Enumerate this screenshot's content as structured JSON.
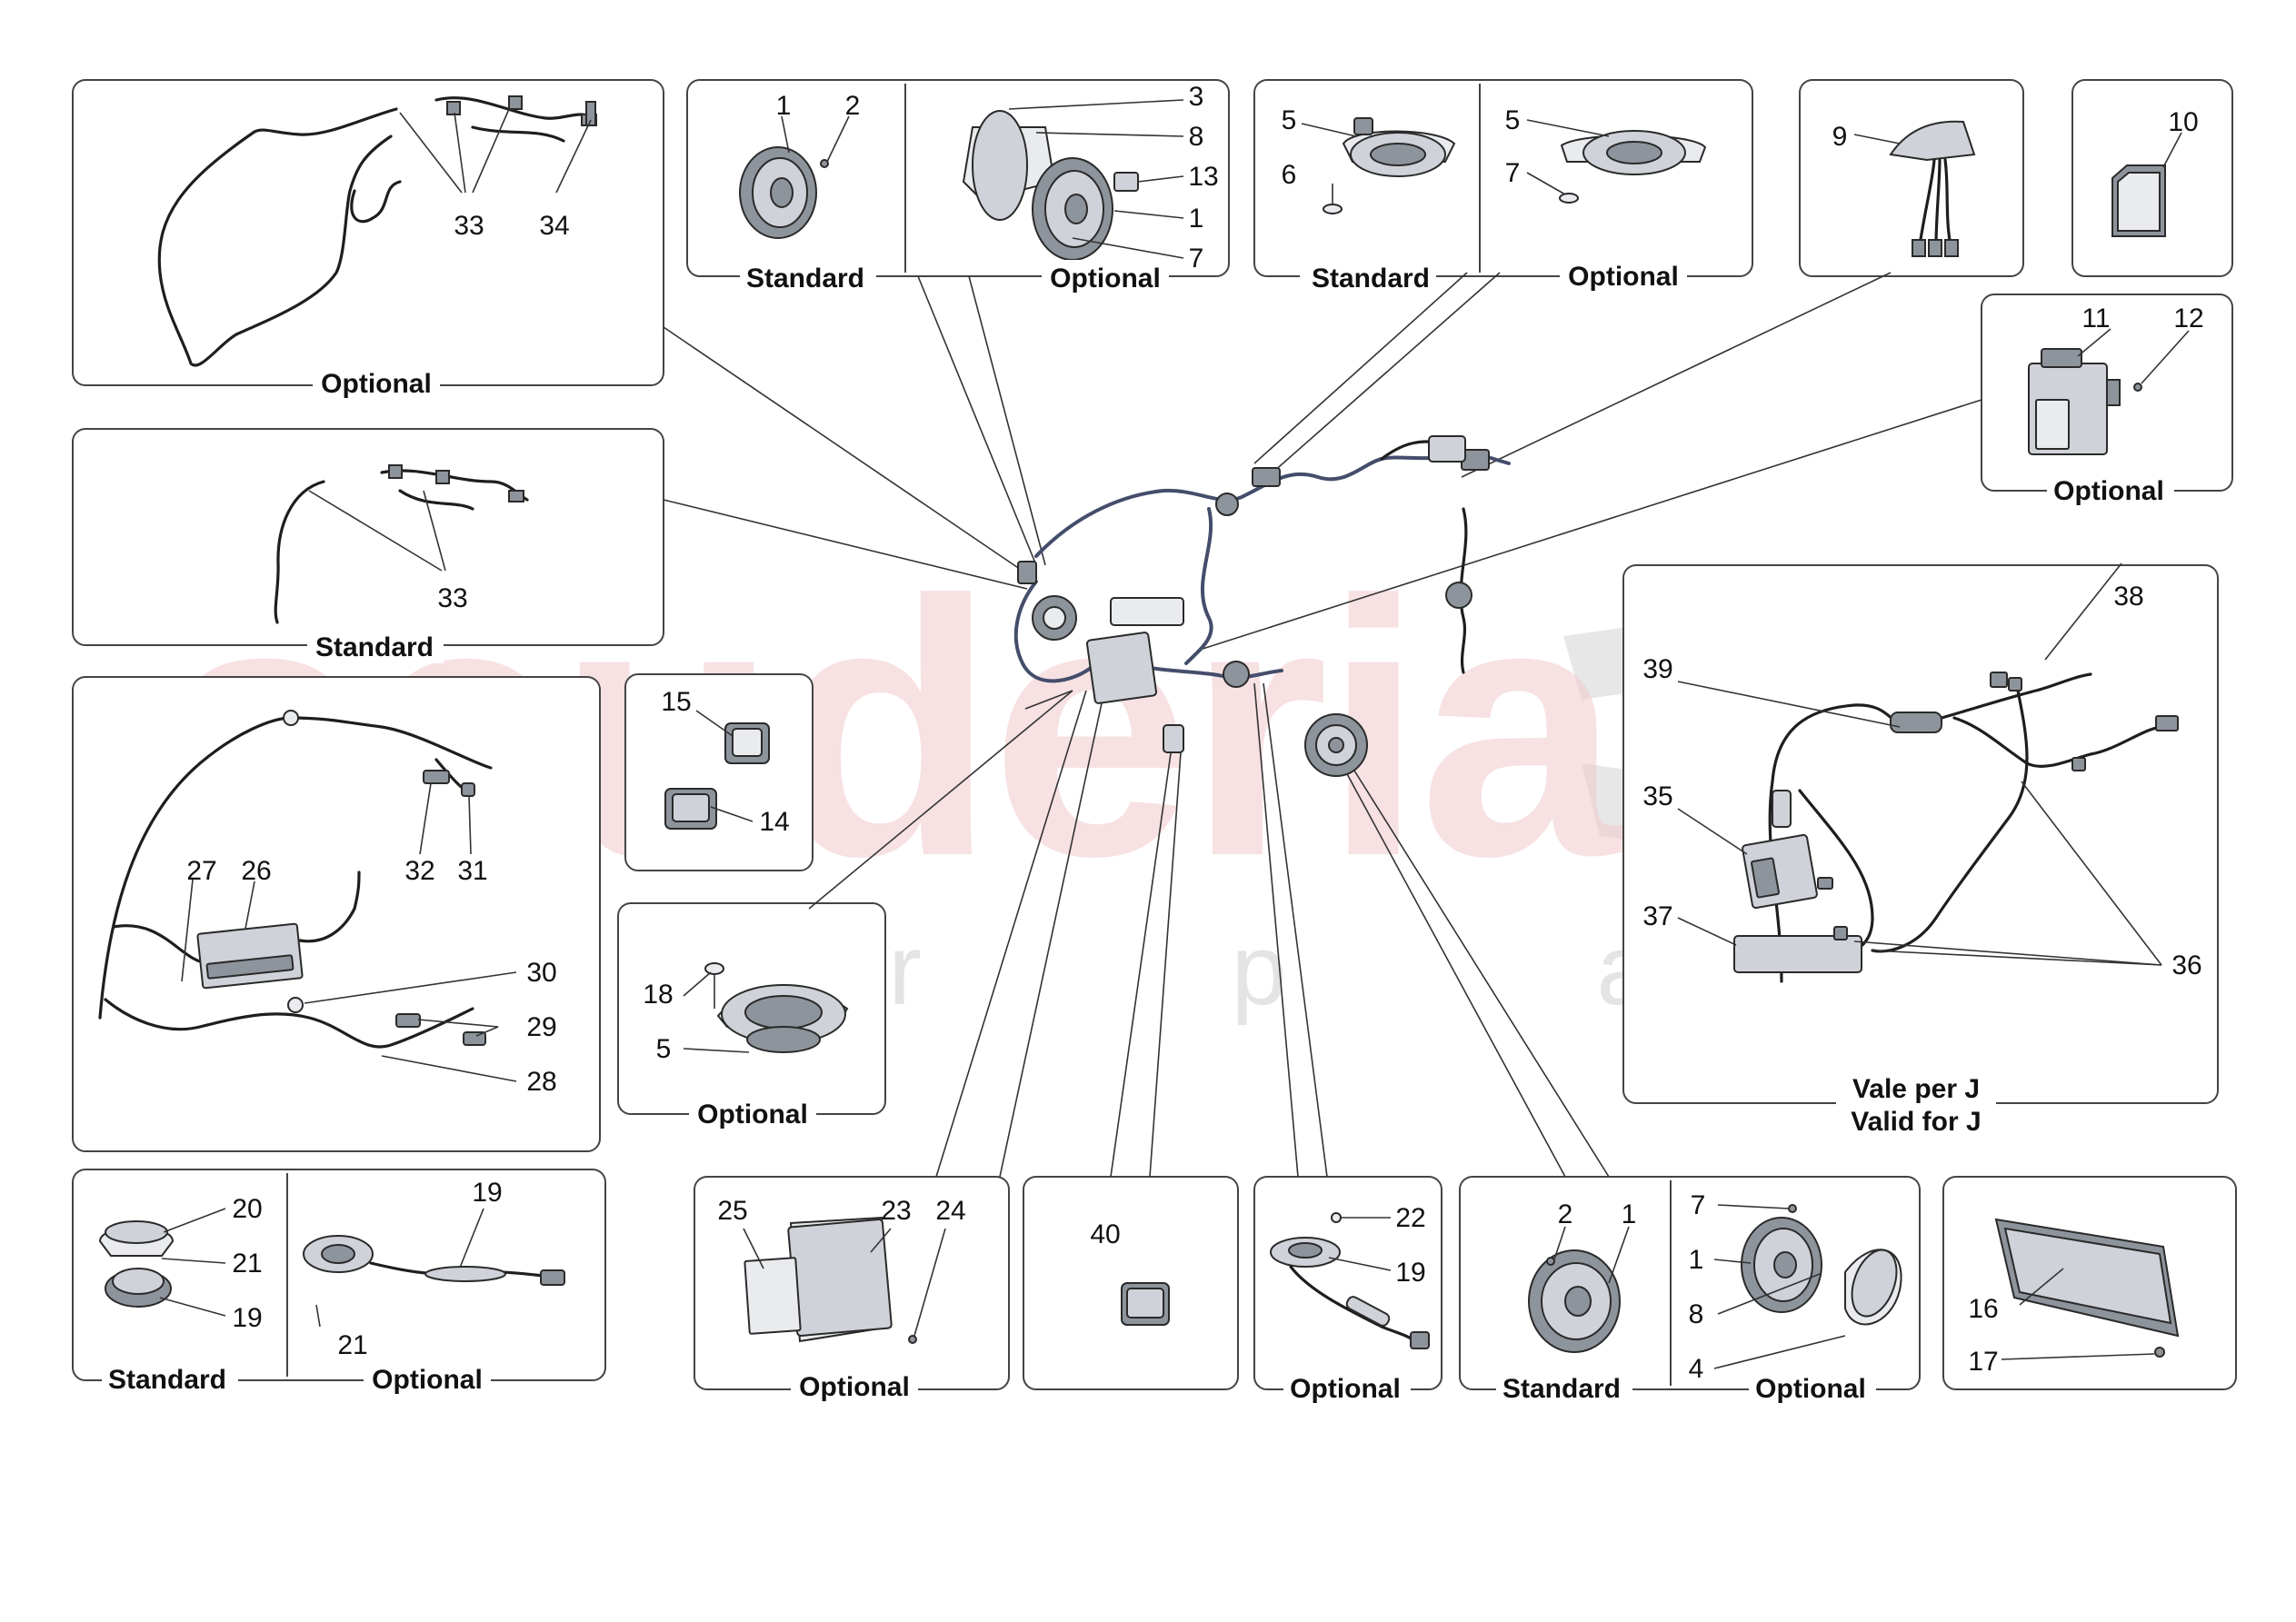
{
  "watermark": {
    "brand": "scuderia",
    "sub": "c a r p a r t s"
  },
  "captions": {
    "optional": "Optional",
    "standard": "Standard",
    "vale_per_j": "Vale per J",
    "valid_for_j": "Valid for J"
  },
  "callouts": {
    "p1": "1",
    "p2": "2",
    "p3": "3",
    "p4": "4",
    "p5": "5",
    "p6": "6",
    "p7": "7",
    "p8": "8",
    "p9": "9",
    "p10": "10",
    "p11": "11",
    "p12": "12",
    "p13": "13",
    "p14": "14",
    "p15": "15",
    "p16": "16",
    "p17": "17",
    "p18": "18",
    "p19": "19",
    "p20": "20",
    "p21": "21",
    "p22": "22",
    "p23": "23",
    "p24": "24",
    "p25": "25",
    "p26": "26",
    "p27": "27",
    "p28": "28",
    "p29": "29",
    "p30": "30",
    "p31": "31",
    "p32": "32",
    "p33": "33",
    "p34": "34",
    "p35": "35",
    "p36": "36",
    "p37": "37",
    "p38": "38",
    "p39": "39",
    "p40": "40"
  }
}
